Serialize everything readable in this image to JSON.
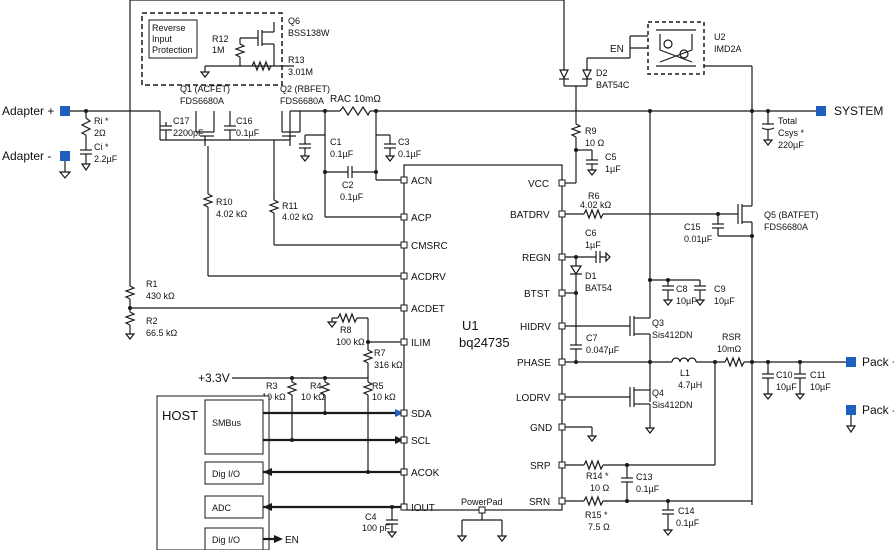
{
  "chip": {
    "ref": "U1",
    "part": "bq24735"
  },
  "ports": {
    "adapter_plus": "Adapter +",
    "adapter_minus": "Adapter -",
    "system": "SYSTEM",
    "pack_plus": "Pack +",
    "pack_minus": "Pack -",
    "supply": "+3.3V",
    "en_top": "EN",
    "en_bottom": "EN"
  },
  "left_pins": [
    "ACN",
    "ACP",
    "CMSRC",
    "ACDRV",
    "ACDET",
    "ILIM",
    "SDA",
    "SCL",
    "ACOK",
    "IOUT"
  ],
  "right_pins": [
    "VCC",
    "BATDRV",
    "REGN",
    "BTST",
    "HIDRV",
    "PHASE",
    "LODRV",
    "GND",
    "SRP",
    "SRN"
  ],
  "powerpad": "PowerPad",
  "host": {
    "title": "HOST",
    "blocks": [
      "SMBus",
      "Dig I/O",
      "ADC",
      "Dig I/O"
    ]
  },
  "protection": {
    "title_lines": [
      "Reverse",
      "Input",
      "Protection"
    ]
  },
  "components": {
    "q6": [
      "Q6",
      "BSS138W"
    ],
    "r12": [
      "R12",
      "1M"
    ],
    "r13": [
      "R13",
      "3.01M"
    ],
    "u2": [
      "U2",
      "IMD2A"
    ],
    "d2": [
      "D2",
      "BAT54C"
    ],
    "q1": [
      "Q1 (ACFET)",
      "FDS6680A"
    ],
    "q2": [
      "Q2 (RBFET)",
      "FDS6680A"
    ],
    "rac": "RAC  10mΩ",
    "ri": [
      "Ri  *",
      "2Ω"
    ],
    "ci": [
      "Ci  *",
      "2.2µF"
    ],
    "c17": [
      "C17",
      "2200pF"
    ],
    "c16": [
      "C16",
      "0.1µF"
    ],
    "c1": [
      "C1",
      "0.1µF"
    ],
    "c3": [
      "C3",
      "0.1µF"
    ],
    "c2": [
      "C2",
      "0.1µF"
    ],
    "r9": [
      "R9",
      "10 Ω"
    ],
    "c5": [
      "C5",
      "1µF"
    ],
    "csys": [
      "Total",
      "Csys  *",
      "220µF"
    ],
    "r6": [
      "R6",
      "4.02 kΩ"
    ],
    "c15": [
      "C15",
      "0.01µF"
    ],
    "q5": [
      "Q5 (BATFET)",
      "FDS6680A"
    ],
    "r10": [
      "R10",
      "4.02 kΩ"
    ],
    "r11": [
      "R11",
      "4.02 kΩ"
    ],
    "c6": [
      "C6",
      "1µF"
    ],
    "d1": [
      "D1",
      "BAT54"
    ],
    "c8": [
      "C8",
      "10µF"
    ],
    "c9": [
      "C9",
      "10µF"
    ],
    "r1": [
      "R1",
      "430 kΩ"
    ],
    "r2": [
      "R2",
      "66.5 kΩ"
    ],
    "r8": [
      "R8",
      "100 kΩ"
    ],
    "r7": [
      "R7",
      "316 kΩ"
    ],
    "q3": [
      "Q3",
      "Sis412DN"
    ],
    "c7": [
      "C7",
      "0.047µF"
    ],
    "rsr": [
      "RSR",
      "10mΩ"
    ],
    "l1": [
      "L1",
      "4.7µH"
    ],
    "c10": [
      "C10",
      "10µF"
    ],
    "c11": [
      "C11",
      "10µF"
    ],
    "r3": [
      "R3",
      "10 kΩ"
    ],
    "r4": [
      "R4",
      "10 kΩ"
    ],
    "r5": [
      "R5",
      "10 kΩ"
    ],
    "q4": [
      "Q4",
      "Sis412DN"
    ],
    "r14": [
      "R14 *",
      "10 Ω"
    ],
    "c13": [
      "C13",
      "0.1µF"
    ],
    "r15": [
      "R15  *",
      "7.5 Ω"
    ],
    "c14": [
      "C14",
      "0.1µF"
    ],
    "c4": [
      "C4",
      "100 pF"
    ]
  }
}
